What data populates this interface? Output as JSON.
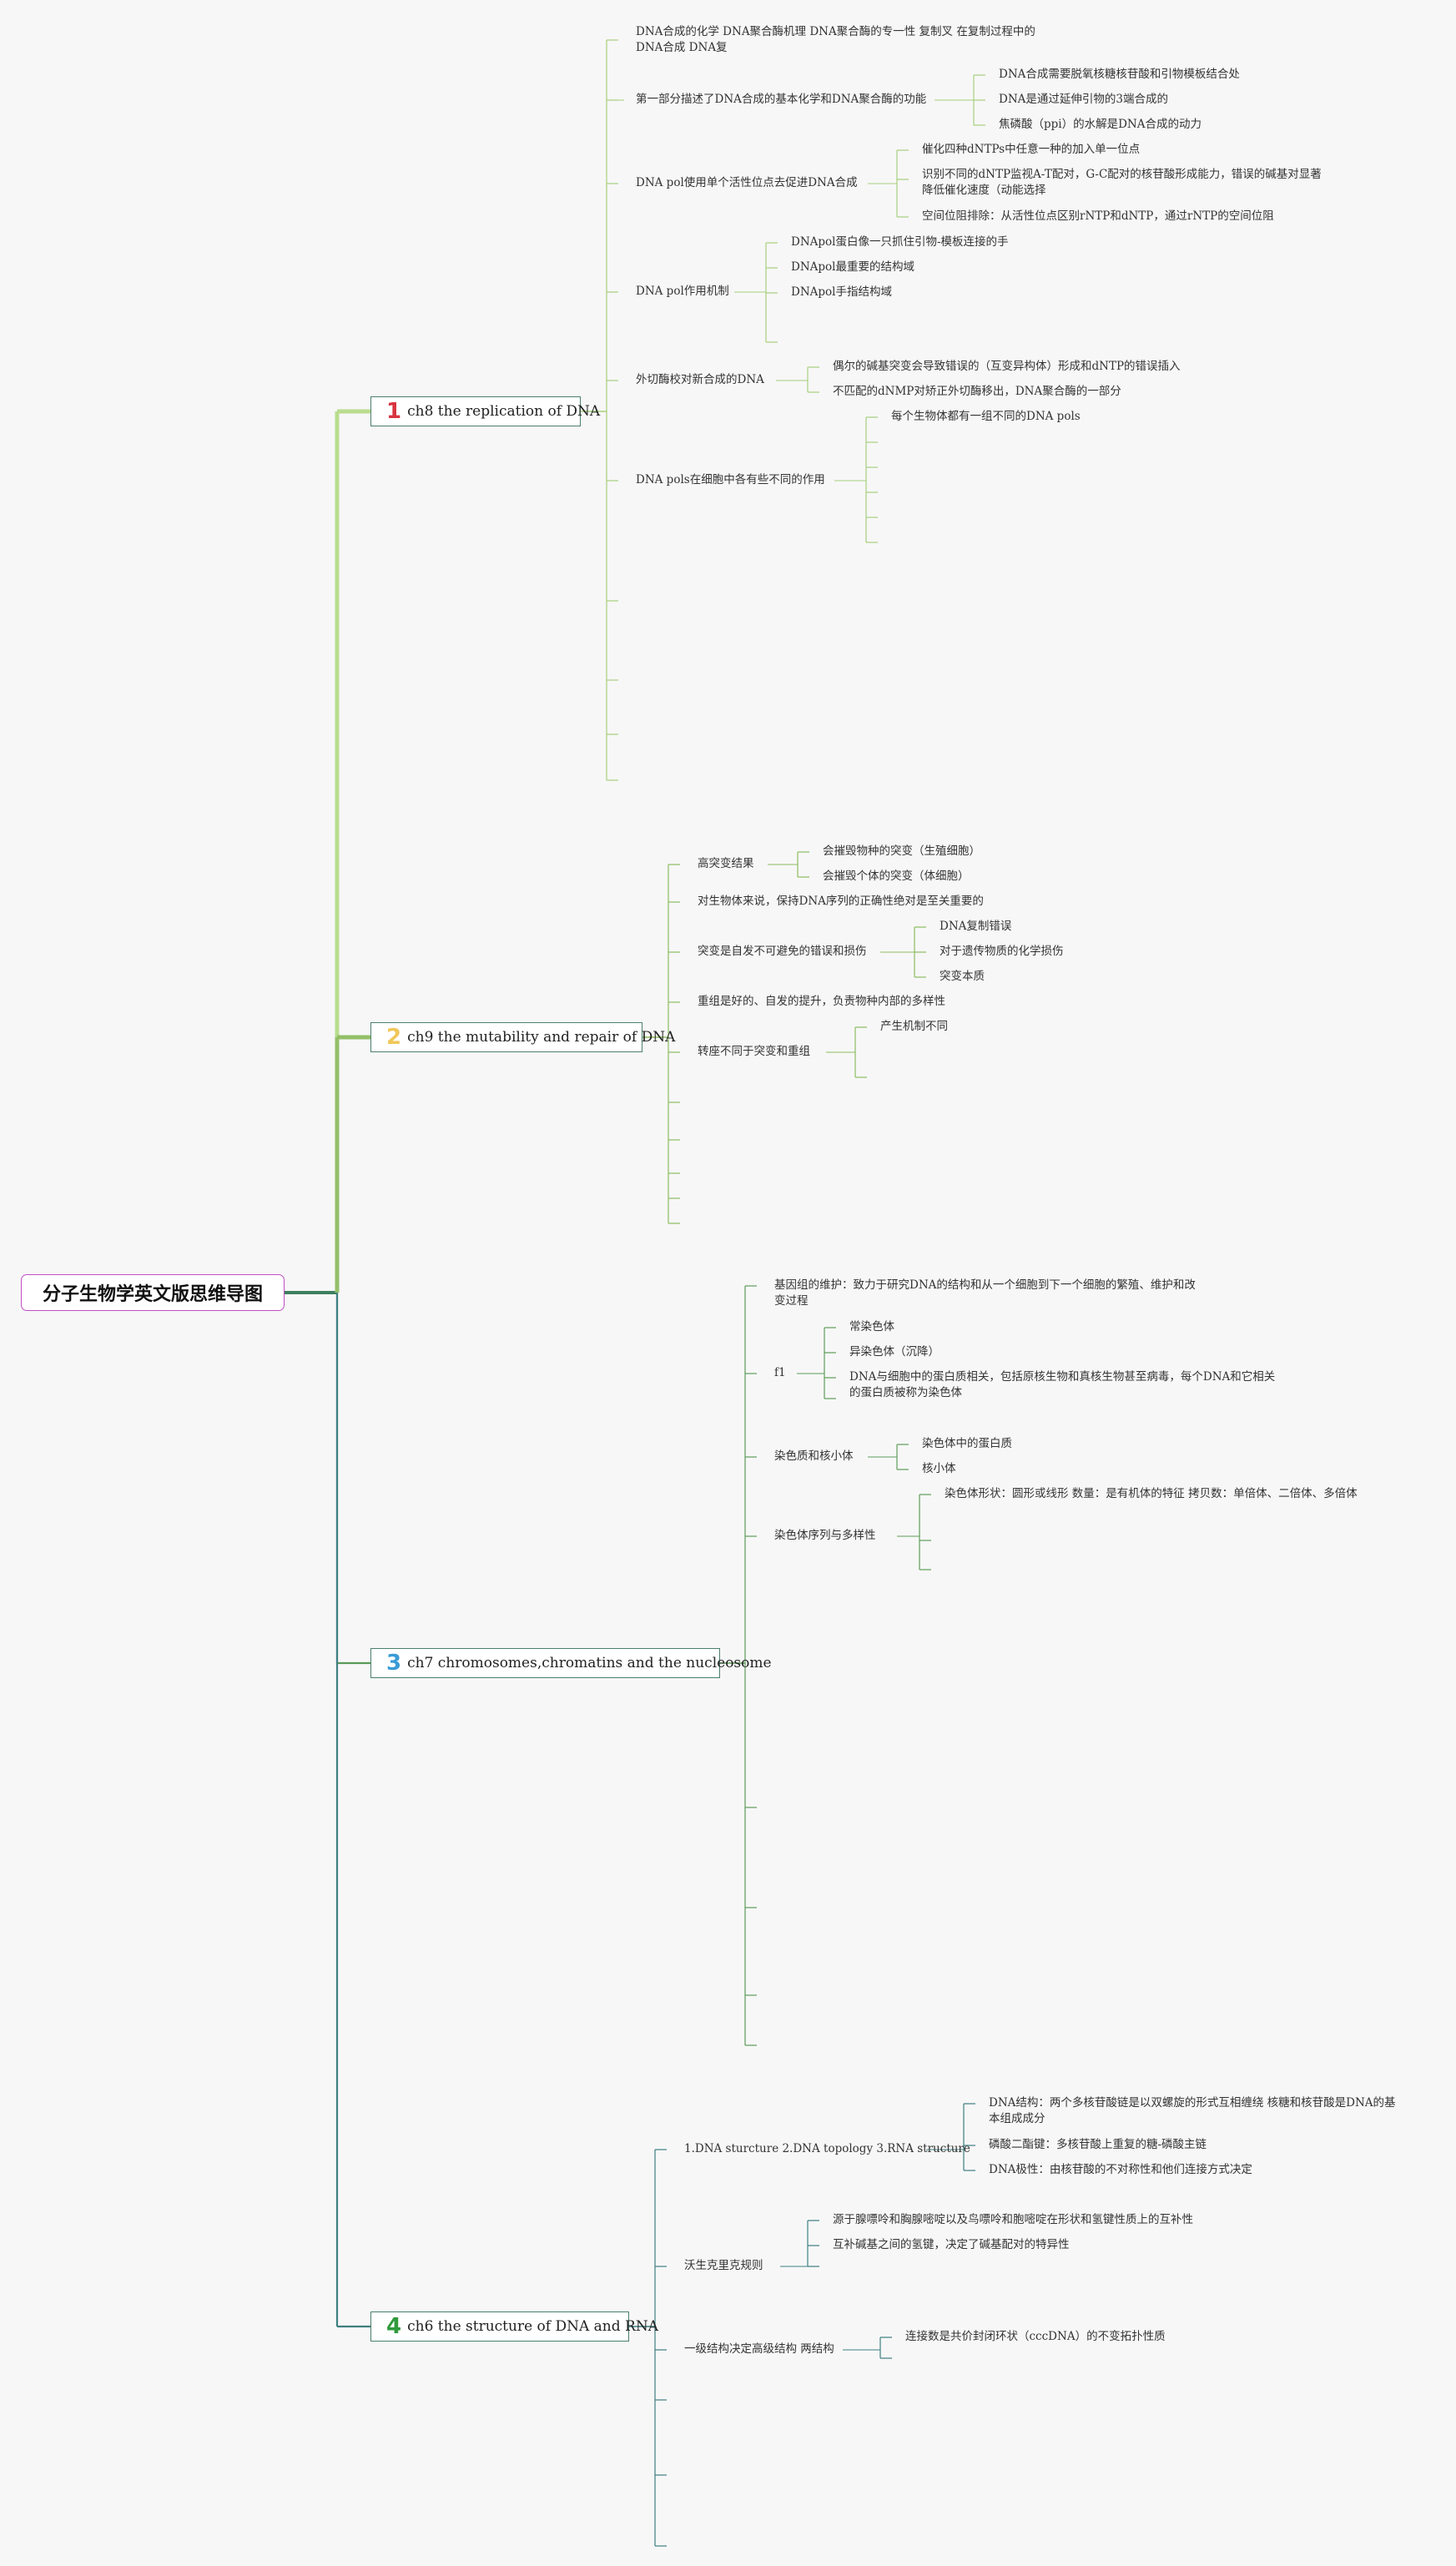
{
  "root": {
    "title": "分子生物学英文版思维导图"
  },
  "branches": [
    {
      "number": "1",
      "number_color": "#d8333f",
      "title": "ch8 the replication of DNA",
      "line_color": "#b9dd8f",
      "topics": [
        {
          "label": "DNA合成的化学 DNA聚合酶机理 DNA聚合酶的专一性 复制叉 在复制过程中的DNA合成 DNA复"
        },
        {
          "label": "第一部分描述了DNA合成的基本化学和DNA聚合酶的功能",
          "children": [
            "DNA合成需要脱氧核糖核苷酸和引物模板结合处",
            "DNA是通过延伸引物的3端合成的",
            "焦磷酸（ppi）的水解是DNA合成的动力"
          ]
        },
        {
          "label": "DNA pol使用单个活性位点去促进DNA合成",
          "children": [
            "催化四种dNTPs中任意一种的加入单一位点",
            "识别不同的dNTP监视A-T配对，G-C配对的核苷酸形成能力，错误的碱基对显著降低催化速度（动能选择",
            "空间位阻排除：从活性位点区别rNTP和dNTP，通过rNTP的空间位阻"
          ]
        },
        {
          "label": "DNA pol作用机制",
          "children": [
            "DNApol蛋白像一只抓住引物-模板连接的手",
            "DNApol最重要的结构域",
            "DNApol手指结构域"
          ]
        },
        {
          "label": "外切酶校对新合成的DNA",
          "children": [
            "偶尔的碱基突变会导致错误的（互变异构体）形成和dNTP的错误插入",
            "不匹配的dNMP对矫正外切酶移出，DNA聚合酶的一部分"
          ]
        },
        {
          "label": "DNA pols在细胞中各有些不同的作用",
          "children": [
            "每个生物体都有一组不同的DNA pols"
          ]
        }
      ]
    },
    {
      "number": "2",
      "number_color": "#f0c75a",
      "title": "ch9 the mutability and repair of DNA",
      "line_color": "#93bf68",
      "topics": [
        {
          "label": "高突变结果",
          "children": [
            "会摧毁物种的突变（生殖细胞）",
            "会摧毁个体的突变（体细胞）"
          ]
        },
        {
          "label": "对生物体来说，保持DNA序列的正确性绝对是至关重要的"
        },
        {
          "label": "突变是自发不可避免的错误和损伤",
          "children": [
            "DNA复制错误",
            "对于遗传物质的化学损伤",
            "突变本质"
          ]
        },
        {
          "label": "重组是好的、自发的提升，负责物种内部的多样性"
        },
        {
          "label": "转座不同于突变和重组",
          "children": [
            "产生机制不同"
          ]
        }
      ]
    },
    {
      "number": "3",
      "number_color": "#3b9bd6",
      "title": "ch7 chromosomes,chromatins and the nucleosome",
      "line_color": "#5a9a58",
      "topics": [
        {
          "label": "基因组的维护：致力于研究DNA的结构和从一个细胞到下一个细胞的繁殖、维护和改变过程"
        },
        {
          "label": "f1",
          "children": [
            "常染色体",
            "异染色体（沉降）",
            "DNA与细胞中的蛋白质相关，包括原核生物和真核生物甚至病毒，每个DNA和它相关的蛋白质被称为染色体"
          ]
        },
        {
          "label": "染色质和核小体",
          "children": [
            "染色体中的蛋白质",
            "核小体"
          ]
        },
        {
          "label": "染色体序列与多样性",
          "children": [
            "染色体形状：圆形或线形 数量：是有机体的特征 拷贝数：单倍体、二倍体、多倍体"
          ]
        }
      ]
    },
    {
      "number": "4",
      "number_color": "#2f9a3b",
      "title": "ch6 the structure of DNA and RNA",
      "line_color": "#3f7f82",
      "topics": [
        {
          "label": "1.DNA sturcture 2.DNA topology 3.RNA structure",
          "children": [
            "DNA结构：两个多核苷酸链是以双螺旋的形式互相缠绕 核糖和核苷酸是DNA的基本组成成分",
            "磷酸二酯键：多核苷酸上重复的糖-磷酸主链",
            "DNA极性：由核苷酸的不对称性和他们连接方式决定"
          ]
        },
        {
          "label": "沃生克里克规则",
          "children": [
            "源于腺嘌呤和胸腺嘧啶以及鸟嘌呤和胞嘧啶在形状和氢键性质上的互补性",
            "互补碱基之间的氢键，决定了碱基配对的特异性"
          ]
        },
        {
          "label": "一级结构决定高级结构 两结构",
          "children": [
            "连接数是共价封闭环状（cccDNA）的不变拓扑性质"
          ]
        }
      ]
    }
  ]
}
